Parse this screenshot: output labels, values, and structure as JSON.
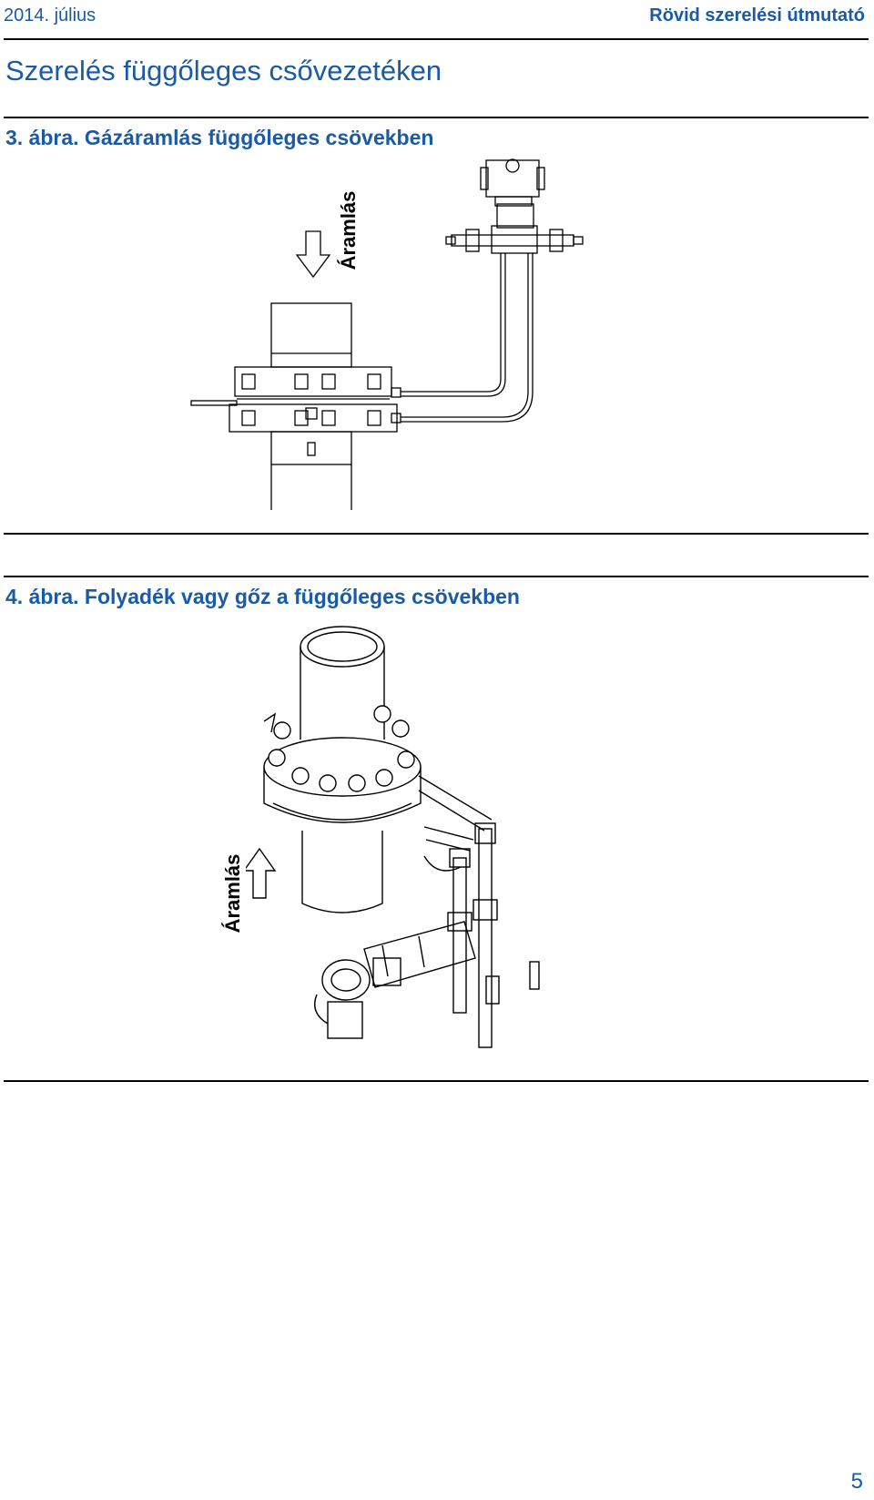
{
  "header": {
    "date": "2014. július",
    "doc_title": "Rövid szerelési útmutató"
  },
  "section_title": "Szerelés függőleges csővezetéken",
  "figure3": {
    "caption": "3. ábra.  Gázáramlás függőleges csövekben",
    "flow_label": "Áramlás"
  },
  "figure4": {
    "caption": "4. ábra.  Folyadék vagy gőz a függőleges csövekben",
    "flow_label": "Áramlás"
  },
  "page_number": "5"
}
